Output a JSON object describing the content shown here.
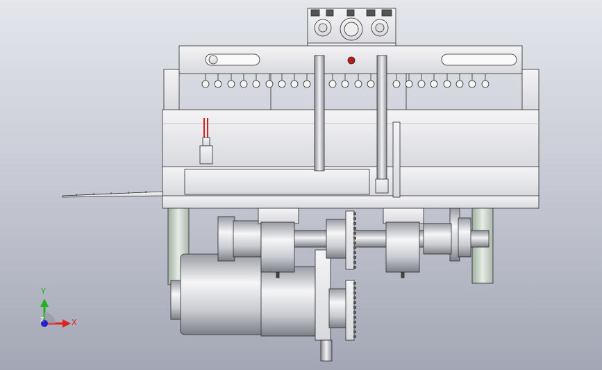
{
  "viewport": {
    "background_top": "#e4e6ec",
    "background_bottom": "#a3a7b5"
  },
  "triad": {
    "x_label": "X",
    "y_label": "Y",
    "z_label": "Z",
    "x_color": "#e02020",
    "y_color": "#20b020",
    "z_color": "#2020d0"
  },
  "model": {
    "indicator_color": "#c01818",
    "wire_color": "#d02020",
    "stroke_color": "#2a2a2a"
  }
}
